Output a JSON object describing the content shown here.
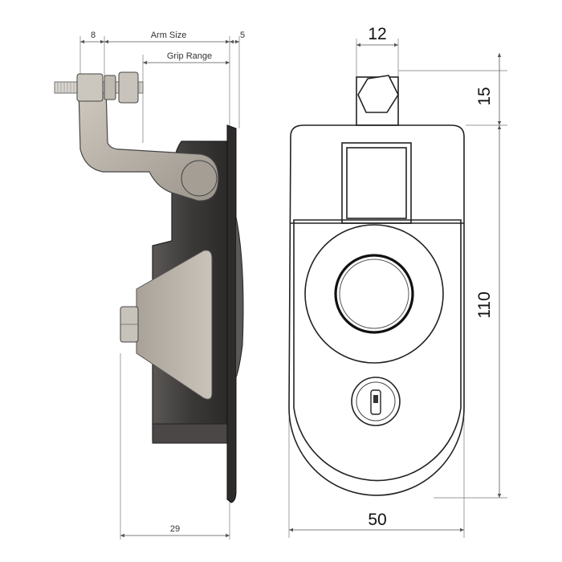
{
  "side_view": {
    "dim_left": "8",
    "dim_arm": "Arm Size",
    "dim_right": "5",
    "dim_grip": "Grip Range",
    "dim_depth": "29"
  },
  "front_view": {
    "dim_bolt_width": "12",
    "dim_bolt_height": "15",
    "dim_body_height": "110",
    "dim_body_width": "50"
  },
  "colors": {
    "metal_light": "#b9b2a8",
    "metal_dark": "#3f3d3c",
    "outline": "#222222"
  }
}
